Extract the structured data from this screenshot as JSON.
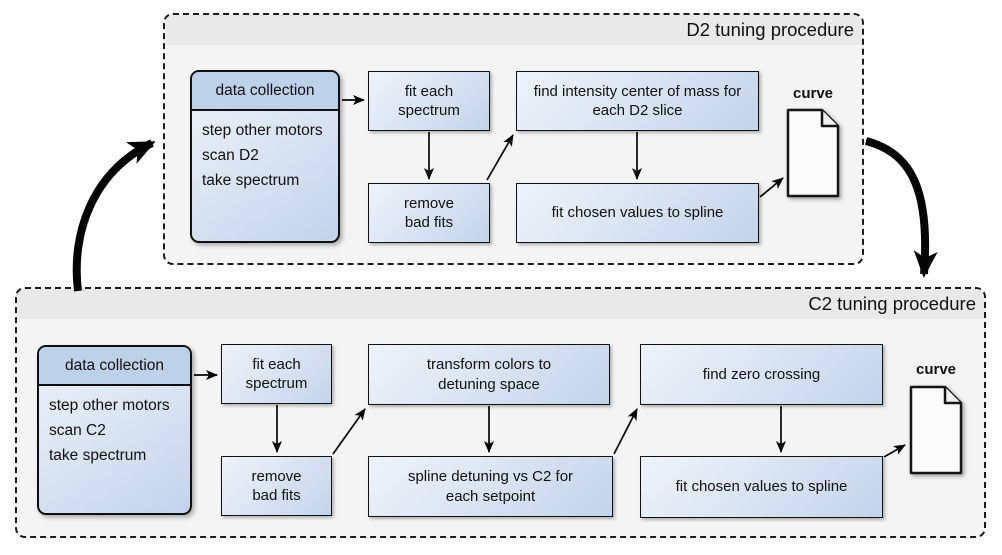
{
  "colors": {
    "panel_background": "#f4f4f4",
    "panel_title_background": "#e9e9e9",
    "node_fill_light": "#eff3fa",
    "node_fill_dark": "#c3d4ea",
    "collection_header_fill": "#bdd1e8",
    "outline": "#111111"
  },
  "panels": {
    "d2": {
      "title": "D2 tuning procedure",
      "data_collection": {
        "header": "data collection",
        "lines": [
          "step other motors",
          "scan D2",
          "take spectrum"
        ]
      },
      "steps": {
        "fit_each_spectrum": "fit each spectrum",
        "remove_bad_fits": "remove bad fits",
        "find_intensity": "find intensity center of mass for each D2 slice",
        "fit_spline": "fit chosen values to spline"
      },
      "output_label": "curve"
    },
    "c2": {
      "title": "C2 tuning procedure",
      "data_collection": {
        "header": "data collection",
        "lines": [
          "step other motors",
          "scan C2",
          "take spectrum"
        ]
      },
      "steps": {
        "fit_each_spectrum": "fit each spectrum",
        "remove_bad_fits": "remove bad fits",
        "transform_colors": "transform colors to detuning space",
        "spline_detuning": "spline detuning vs C2 for each setpoint",
        "find_zero_crossing": "find zero crossing",
        "fit_spline": "fit chosen values to spline"
      },
      "output_label": "curve"
    }
  }
}
